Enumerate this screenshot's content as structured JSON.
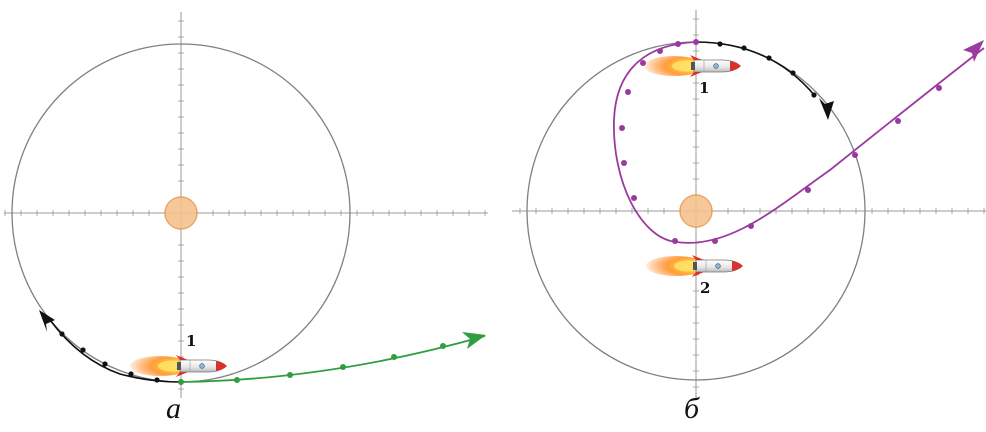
{
  "panels": [
    {
      "caption": "а",
      "rocket_labels": [
        "1"
      ]
    },
    {
      "caption": "б",
      "rocket_labels": [
        "1",
        "2"
      ]
    }
  ],
  "colors": {
    "orbit": "#808080",
    "axis": "#9a9a9a",
    "sun_fill": "#f6c28d",
    "sun_stroke": "#e69a4c",
    "orbit_path": "#111111",
    "escape_path_a": "#2e9e3f",
    "transfer_path_b": "#9a3aa0",
    "flame": "#ff8c1a"
  },
  "icons": [
    "rocket-icon",
    "arrowhead-icon",
    "sun-icon"
  ]
}
